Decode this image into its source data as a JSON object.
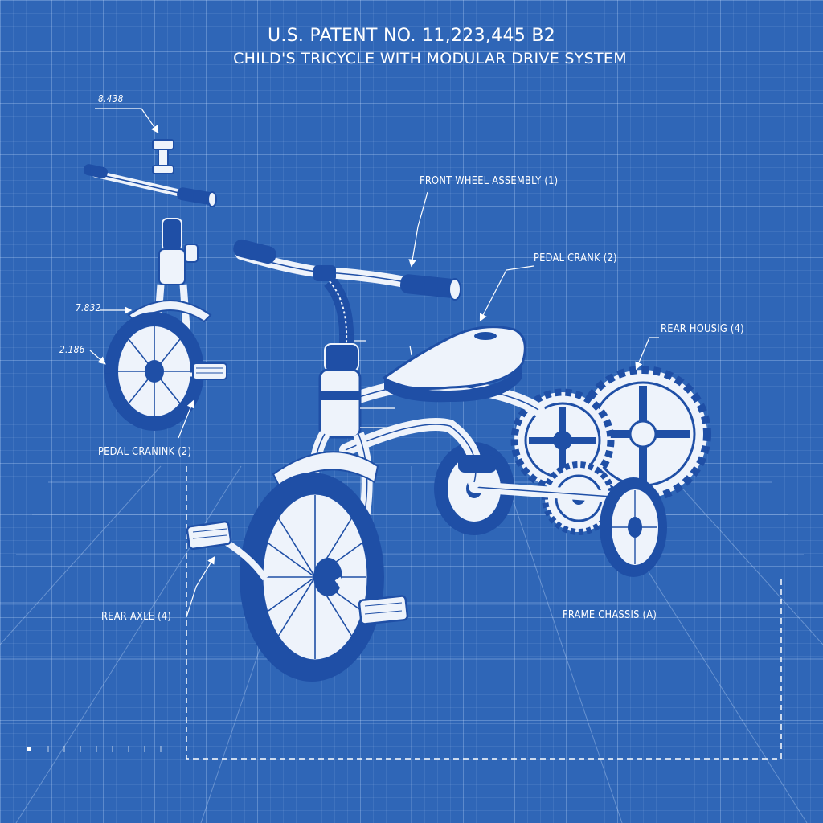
{
  "header": {
    "patent_no": "U.S. PATENT NO. 11,223,445 B2",
    "title": "CHILD'S TRICYCLE WITH MODULAR DRIVE SYSTEM"
  },
  "labels": {
    "front_wheel_assembly": "FRONT WHEEL ASSEMBLY (1)",
    "pedal_crank_right": "PEDAL CRANK (2)",
    "rear_housing": "REAR HOUSIG (4)",
    "pedal_crank_left": "PEDAL CRANINK (2)",
    "rear_axle": "REAR AXLE (4)",
    "frame_chassis": "FRAME CHASSIS (A)"
  },
  "dimensions": {
    "bolt": "8.438",
    "fork": "7.832",
    "wheel": "2.186"
  },
  "colors": {
    "blueprint_bg": "#2f66b7",
    "line_white": "#ffffff",
    "part_blue": "#1f4fa6",
    "part_light": "#eef3fb"
  }
}
